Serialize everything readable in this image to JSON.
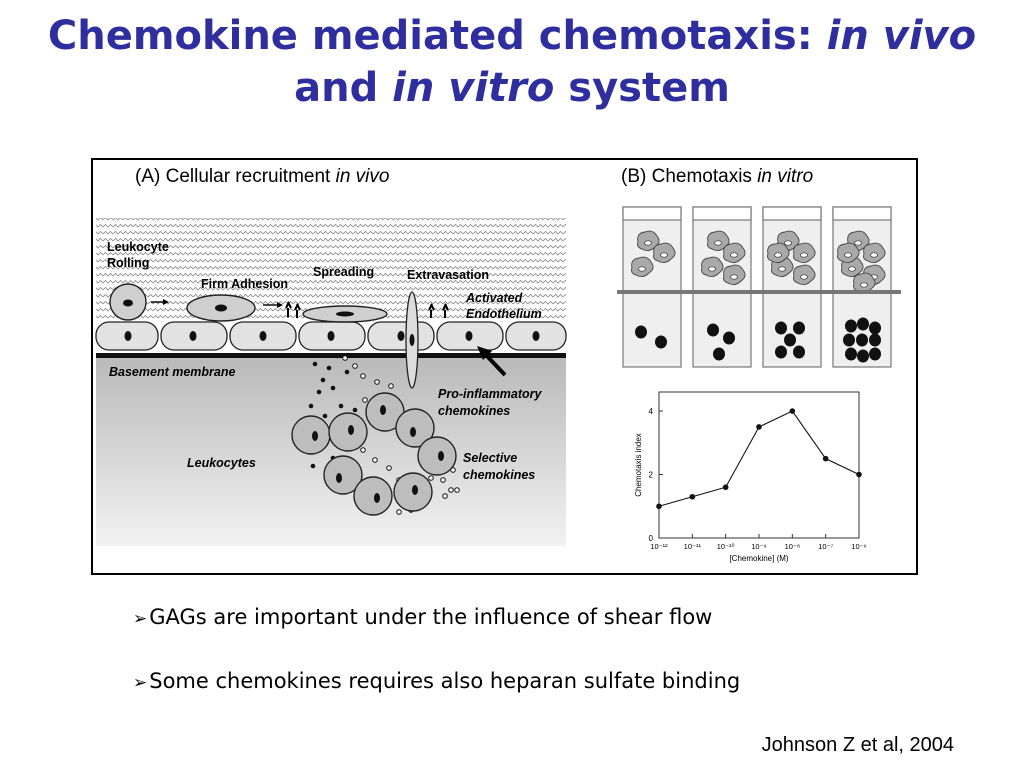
{
  "slide": {
    "title_line1_a": "Chemokine mediated chemotaxis: ",
    "title_line1_b": "in vivo",
    "title_line2_a": "and ",
    "title_line2_b": "in vitro",
    "title_line2_c": " system"
  },
  "figure": {
    "panel_a": {
      "heading": "(A) Cellular recruitment ",
      "heading_italic": "in vivo",
      "labels": {
        "leukocyte": "Leukocyte",
        "rolling": "Rolling",
        "firm_adhesion": "Firm Adhesion",
        "spreading": "Spreading",
        "extravasation": "Extravasation",
        "activated": "Activated",
        "endothelium": "Endothelium",
        "basement_membrane": "Basement membrane",
        "pro_inflammatory": "Pro-inflammatory",
        "chemokines_1": "chemokines",
        "leukocytes": "Leukocytes",
        "selective": "Selective",
        "chemokines_2": "chemokines"
      }
    },
    "panel_b": {
      "heading": "(B) Chemotaxis ",
      "heading_italic": "in vitro",
      "wells": [
        {
          "cells": 3,
          "chemokine_dots": 2
        },
        {
          "cells": 4,
          "chemokine_dots": 3
        },
        {
          "cells": 5,
          "chemokine_dots": 5
        },
        {
          "cells": 6,
          "chemokine_dots": 9
        }
      ]
    }
  },
  "chart_data": {
    "type": "line",
    "xlabel": "[Chemokine] (M)",
    "ylabel": "Chemotaxis index",
    "x_tick_labels": [
      "10⁻¹²",
      "10⁻¹¹",
      "10⁻¹⁰",
      "10⁻⁹",
      "10⁻⁸",
      "10⁻⁷",
      "10⁻⁶"
    ],
    "x_exponents": [
      -12,
      -11,
      -10,
      -9,
      -8,
      -7,
      -6
    ],
    "y_ticks": [
      0,
      2,
      4
    ],
    "ylim": [
      0,
      4.6
    ],
    "xlim": [
      -12,
      -6
    ],
    "log_x": true,
    "series": [
      {
        "x": [
          -12,
          -11,
          -10,
          -9,
          -8,
          -7,
          -6
        ],
        "values": [
          1.0,
          1.3,
          1.6,
          3.5,
          4.0,
          2.5,
          2.0
        ]
      }
    ]
  },
  "bullets": [
    {
      "arrow": "➢",
      "text": "GAGs are important under the influence of shear flow"
    },
    {
      "arrow": "➢",
      "text": "Some chemokines  requires also heparan sulfate binding"
    }
  ],
  "citation": "Johnson Z et al, 2004"
}
